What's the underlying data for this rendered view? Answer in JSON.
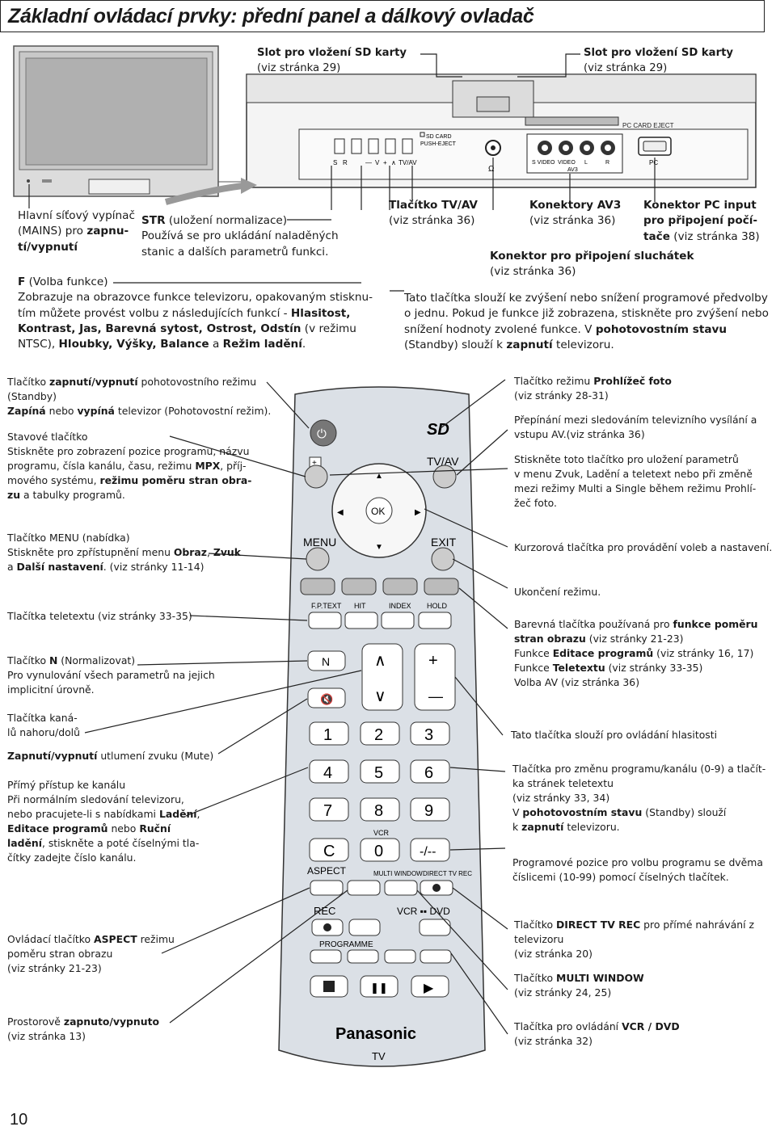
{
  "page_title": "Základní ovládací prvky: přední panel a dálkový ovladač",
  "page_number": "10",
  "tv_panel": {
    "pc_card_eject": "PC CARD EJECT",
    "sd_card_push_eject_1": "SD CARD",
    "sd_card_push_eject_2": "PUSH-EJECT",
    "btn_labels": [
      "S",
      "R",
      "—",
      "V",
      "+",
      "∧",
      "TV/AV"
    ],
    "s_video": "S VIDEO",
    "video": "VIDEO",
    "l": "L",
    "r": "R",
    "av3": "AV3",
    "pc": "PC"
  },
  "top": {
    "sd_left_title": "Slot pro vložení SD karty",
    "sd_left_ref": "(viz stránka 29)",
    "sd_right_title": "Slot pro vložení SD karty",
    "sd_right_ref": "(viz stránka 29)",
    "mains_1": "Hlavní síťový vypínač",
    "mains_2a": "(MAINS) pro ",
    "mains_2b": "zapnu-",
    "mains_3": "tí/vypnutí",
    "str_bold": "STR",
    "str_1": " (uložení normalizace)",
    "str_2": "Používá se pro ukládání naladěných",
    "str_3": "stanic a dalších parametrů funkci.",
    "f_bold": "F",
    "f_1": " (Volba funkce)",
    "f_2": "Zobrazuje na obrazovce funkce televizoru, opakovaným stisknu-",
    "f_3a": "tím můžete provést volbu z následujících funkcí - ",
    "f_3b": "Hlasitost,",
    "f_4": "Kontrast, Jas, Barevná sytost, Ostrost, Odstín",
    "f_4b": " (v režimu",
    "f_5a": "NTSC), ",
    "f_5b": "Hloubky, Výšky, Balance",
    "f_5c": " a ",
    "f_5d": "Režim ladění",
    "f_5e": ".",
    "tvav_title": "Tlačítko TV/AV",
    "tvav_ref": "(viz stránka 36)",
    "av3_title": "Konektory AV3",
    "av3_ref": "(viz stránka 36)",
    "pcin_1": "Konektor PC input",
    "pcin_2": "pro připojení počí-",
    "pcin_3a": "tače",
    "pcin_3b": " (viz stránka 38)",
    "hp_title": "Konektor pro připojení sluchátek",
    "hp_ref": "(viz stránka 36)",
    "prog_1": "Tato tlačítka slouží ke zvýšení nebo snížení programové předvolby",
    "prog_2": "o jednu. Pokud je funkce již zobrazena, stiskněte pro zvýšení nebo",
    "prog_3a": "snížení hodnoty zvolené funkce. V ",
    "prog_3b": "pohotovostním stavu",
    "prog_4a": "(Standby) slouží k ",
    "prog_4b": "zapnutí",
    "prog_4c": " televizoru."
  },
  "left": {
    "power_1a": "Tlačítko ",
    "power_1b": "zapnutí/vypnutí",
    "power_1c": " pohotovostního režimu",
    "power_2": "(Standby)",
    "power_3a": "Zapíná",
    "power_3b": " nebo ",
    "power_3c": "vypíná",
    "power_3d": " televizor (Pohotovostní režim).",
    "status_1": "Stavové tlačítko",
    "status_2": "Stiskněte pro zobrazení pozice programu, názvu",
    "status_3": "programu, čísla kanálu, času, režimu ",
    "status_3b": "MPX",
    "status_3c": ", příj-",
    "status_4a": "mového systému, ",
    "status_4b": "režimu poměru stran obra-",
    "status_5a": "zu",
    "status_5b": " a tabulky programů.",
    "menu_1": "Tlačítko MENU (nabídka)",
    "menu_2a": "Stiskněte pro zpřístupnění menu ",
    "menu_2b": "Obraz",
    "menu_2c": ", ",
    "menu_2d": "Zvuk",
    "menu_3a": "a ",
    "menu_3b": "Další nastavení",
    "menu_3c": ". (viz stránky 11-14)",
    "teletext": "Tlačítka teletextu (viz stránky 33-35)",
    "n_1a": "Tlačítko ",
    "n_1b": "N",
    "n_1c": " (Normalizovat)",
    "n_2": "Pro vynulování všech parametrů na jejich",
    "n_3": "implicitní úrovně.",
    "ch_1": "Tlačítka kaná-",
    "ch_2": "lů nahoru/dolů",
    "mute_a": "Zapnutí/vypnutí",
    "mute_b": " utlumení zvuku (Mute)",
    "direct_1": "Přímý přístup ke kanálu",
    "direct_2": "Při normálním sledování televizoru,",
    "direct_3a": "nebo pracujete-li s nabídkami ",
    "direct_3b": "Ladění",
    "direct_3c": ",",
    "direct_4a": "Editace programů",
    "direct_4b": " nebo ",
    "direct_4c": "Ruční",
    "direct_5a": "ladění",
    "direct_5b": ", stiskněte a poté číselnými tla-",
    "direct_6": "čítky zadejte číslo kanálu.",
    "aspect_1a": "Ovládací tlačítko ",
    "aspect_1b": "ASPECT",
    "aspect_1c": " režimu",
    "aspect_2": "poměru stran obrazu",
    "aspect_3": "(viz stránky 21-23)",
    "surround_1a": "Prostorově ",
    "surround_1b": "zapnuto/vypnuto",
    "surround_2": "(viz stránka 13)"
  },
  "right": {
    "viewer_1a": "Tlačítko režimu ",
    "viewer_1b": "Prohlížeč foto",
    "viewer_2": "(viz stránky 28-31)",
    "tvav_1": "Přepínání mezi sledováním televizního vysílání a",
    "tvav_2": "vstupu AV.(viz stránka 36)",
    "store_1": "Stiskněte toto tlačítko pro uložení parametrů",
    "store_2": "v menu Zvuk, Ladění a teletext nebo při změně",
    "store_3": "mezi režimy Multi a Single během režimu Prohlí-",
    "store_4": "žeč foto.",
    "cursor": "Kurzorová tlačítka pro provádění voleb a nastavení.",
    "exit": "Ukončení režimu.",
    "color_1a": "Barevná tlačítka používaná pro ",
    "color_1b": "funkce poměru",
    "color_2a": "stran obrazu",
    "color_2b": " (viz stránky 21-23)",
    "color_3a": "Funkce ",
    "color_3b": "Editace programů",
    "color_3c": " (viz stránky 16, 17)",
    "color_4a": "Funkce ",
    "color_4b": "Teletextu",
    "color_4c": " (viz stránky 33-35)",
    "color_5": "Volba AV (viz stránka 36)",
    "volume": "Tato tlačítka slouží pro ovládání hlasitosti",
    "num_1": "Tlačítka pro změnu programu/kanálu (0-9) a tlačít-",
    "num_2": "ka stránek teletextu",
    "num_3": "(viz stránky 33, 34)",
    "num_4a": "V ",
    "num_4b": "pohotovostním stavu",
    "num_4c": " (Standby) slouží",
    "num_5a": "k ",
    "num_5b": "zapnutí",
    "num_5c": " televizoru.",
    "twodig_1": "Programové pozice pro volbu programu se dvěma",
    "twodig_2": "číslicemi (10-99) pomocí číselných tlačítek.",
    "dtvrec_1a": "Tlačítko ",
    "dtvrec_1b": "DIRECT TV REC",
    "dtvrec_1c": " pro přímé nahrávání z",
    "dtvrec_2": "televizoru",
    "dtvrec_3": "(viz stránka 20)",
    "mw_1a": "Tlačítko ",
    "mw_1b": "MULTI WINDOW",
    "mw_2": "(viz stránky 24, 25)",
    "vcr_1a": "Tlačítka pro ovládání ",
    "vcr_1b": "VCR / DVD",
    "vcr_2": "(viz stránka 32)"
  },
  "remote": {
    "sd_logo": "SD",
    "tvav": "TV/AV",
    "menu": "MENU",
    "exit": "EXIT",
    "ok": "OK",
    "tt_labels": [
      "F.P.TEXT",
      "HIT",
      "INDEX",
      "HOLD"
    ],
    "n": "N",
    "digits": [
      "1",
      "2",
      "3",
      "4",
      "5",
      "6",
      "7",
      "8",
      "9",
      "C",
      "0",
      "-/--"
    ],
    "vcr_label": "VCR",
    "aspect": "ASPECT",
    "multi_window": "MULTI WINDOW",
    "direct_tv_rec": "DIRECT TV REC",
    "rec": "REC",
    "vcr_dvd": "VCR ▪▪ DVD",
    "programme": "PROGRAMME",
    "brand": "Panasonic",
    "tv": "TV",
    "plus": "+",
    "minus": "—"
  }
}
